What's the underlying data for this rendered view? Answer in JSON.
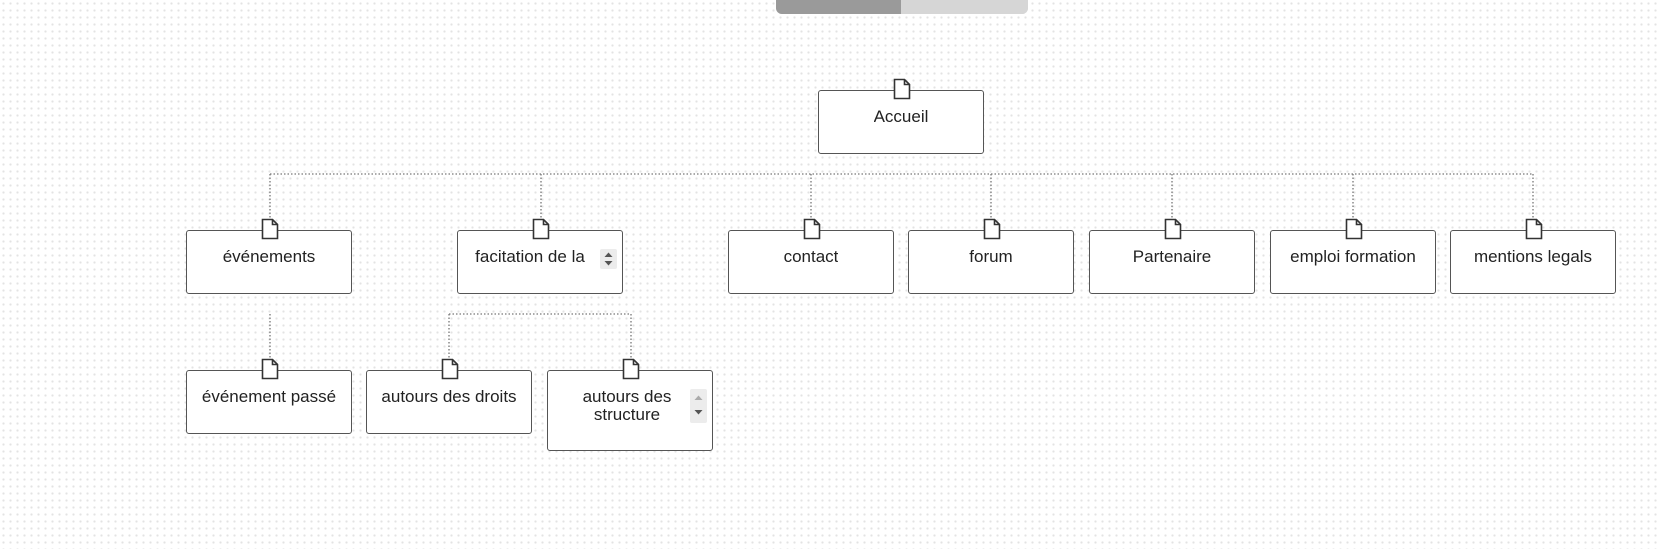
{
  "toolbar": {
    "toggle_options": [
      "",
      ""
    ],
    "active_index": 0
  },
  "sitemap": {
    "root": {
      "label": "Accueil",
      "icon": "page-icon"
    },
    "level1": [
      {
        "label": "événements",
        "icon": "page-icon"
      },
      {
        "label": "facitation de la",
        "icon": "page-icon",
        "scroll": "stepper"
      },
      {
        "label": "contact",
        "icon": "page-icon"
      },
      {
        "label": "forum",
        "icon": "page-icon"
      },
      {
        "label": "Partenaire",
        "icon": "page-icon"
      },
      {
        "label": "emploi formation",
        "icon": "page-icon"
      },
      {
        "label": "mentions legals",
        "icon": "page-icon"
      }
    ],
    "level2": [
      {
        "label": "événement passé",
        "parent": "événements",
        "icon": "page-icon"
      },
      {
        "label": "autours des droits",
        "parent": "facitation de la",
        "icon": "page-icon"
      },
      {
        "label": "autours des structure",
        "parent": "facitation de la",
        "icon": "page-icon",
        "scroll": "stepper"
      }
    ]
  },
  "colors": {
    "node_border": "#555555",
    "connector": "#777777",
    "toggle_active": "#9a9a9a",
    "toggle_inactive": "#d6d6d6"
  }
}
